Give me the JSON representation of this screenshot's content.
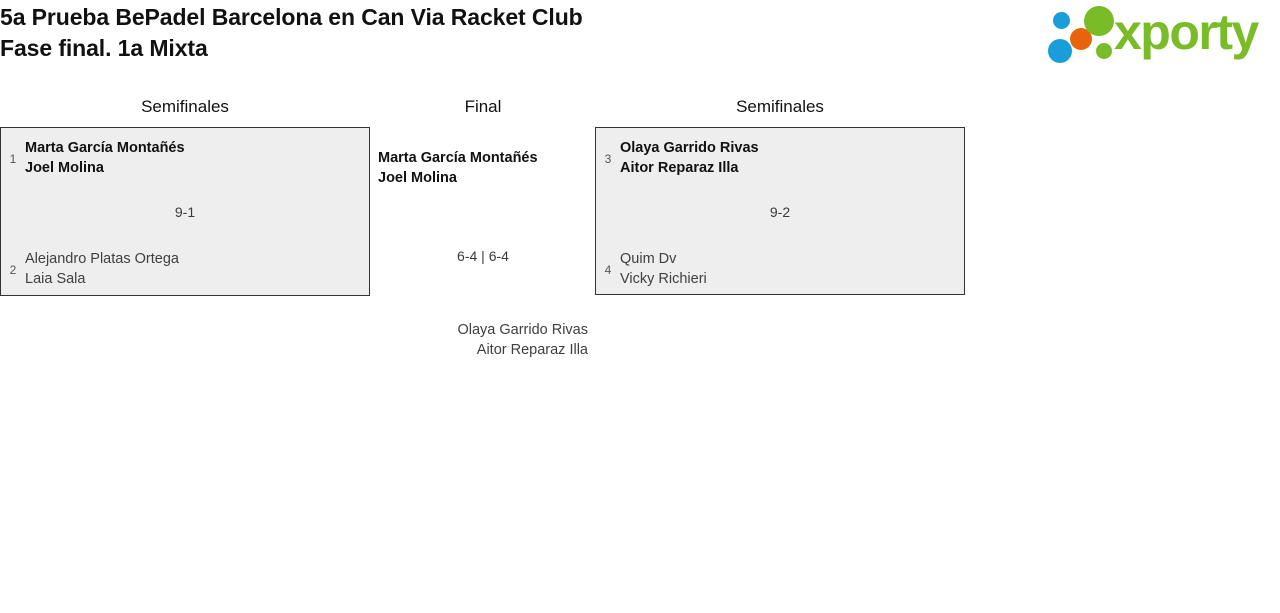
{
  "header": {
    "title_line1": "5a Prueba BePadel Barcelona en Can Via Racket Club",
    "title_line2": "Fase final. 1a Mixta",
    "logo_word": "xporty",
    "logo_colors": {
      "blue": "#1a9ed9",
      "orange": "#e8640c",
      "green": "#79bc28"
    }
  },
  "bracket": {
    "rounds": {
      "left_title": "Semifinales",
      "final_title": "Final",
      "right_title": "Semifinales"
    },
    "semifinal_left": {
      "score": "9-1",
      "top": {
        "seed": "1",
        "player1": "Marta García Montañés",
        "player2": "Joel Molina",
        "result": "winner"
      },
      "bottom": {
        "seed": "2",
        "player1": "Alejandro Platas Ortega",
        "player2": "Laia Sala",
        "result": "loser"
      }
    },
    "semifinal_right": {
      "score": "9-2",
      "top": {
        "seed": "3",
        "player1": "Olaya Garrido Rivas",
        "player2": "Aitor Reparaz Illa",
        "result": "winner"
      },
      "bottom": {
        "seed": "4",
        "player1": "Quim Dv",
        "player2": "Vicky Richieri",
        "result": "loser"
      }
    },
    "final": {
      "score": "6-4 | 6-4",
      "winner": {
        "player1": "Marta García Montañés",
        "player2": "Joel Molina"
      },
      "runner_up": {
        "player1": "Olaya Garrido Rivas",
        "player2": "Aitor Reparaz Illa"
      }
    }
  }
}
